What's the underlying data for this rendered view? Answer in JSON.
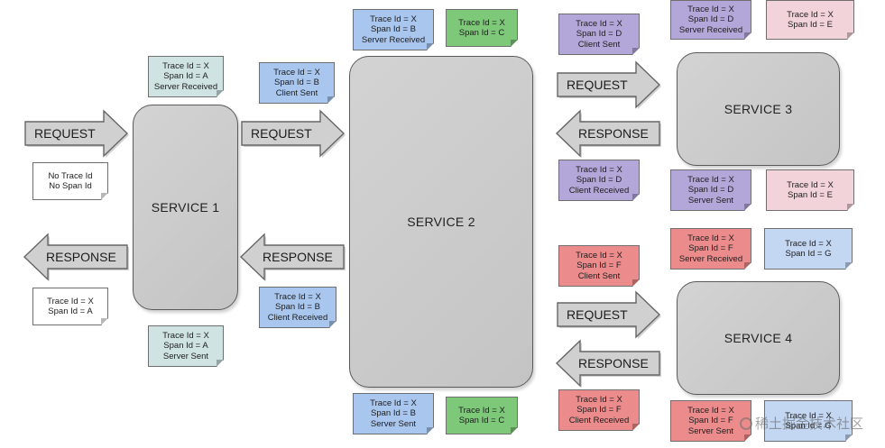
{
  "services": [
    {
      "id": "service-1",
      "label": "SERVICE 1"
    },
    {
      "id": "service-2",
      "label": "SERVICE 2"
    },
    {
      "id": "service-3",
      "label": "SERVICE 3"
    },
    {
      "id": "service-4",
      "label": "SERVICE 4"
    }
  ],
  "arrows": {
    "request": "REQUEST",
    "response": "RESPONSE"
  },
  "notes": [
    {
      "id": "note-no-trace",
      "color": "#ffffff",
      "lines": [
        "No Trace Id",
        "No Span Id"
      ]
    },
    {
      "id": "note-client-response",
      "color": "#ffffff",
      "lines": [
        "Trace Id = X",
        "Span Id = A"
      ]
    },
    {
      "id": "note-s1-server-received",
      "color": "#cfe3e3",
      "lines": [
        "Trace Id = X",
        "Span Id = A",
        "Server Received"
      ]
    },
    {
      "id": "note-s1-server-sent",
      "color": "#cfe3e3",
      "lines": [
        "Trace Id = X",
        "Span Id = A",
        "Server Sent"
      ]
    },
    {
      "id": "note-s1-client-sent",
      "color": "#a9c6ef",
      "lines": [
        "Trace Id = X",
        "Span Id = B",
        "Client Sent"
      ]
    },
    {
      "id": "note-s1-client-received",
      "color": "#a9c6ef",
      "lines": [
        "Trace Id = X",
        "Span Id = B",
        "Client Received"
      ]
    },
    {
      "id": "note-s2-server-received",
      "color": "#a9c6ef",
      "lines": [
        "Trace Id = X",
        "Span Id = B",
        "Server Received"
      ]
    },
    {
      "id": "note-s2-span-c-top",
      "color": "#7ec87a",
      "lines": [
        "Trace Id = X",
        "Span Id = C"
      ]
    },
    {
      "id": "note-s2-server-sent",
      "color": "#a9c6ef",
      "lines": [
        "Trace Id = X",
        "Span Id = B",
        "Server Sent"
      ]
    },
    {
      "id": "note-s2-span-c-bottom",
      "color": "#7ec87a",
      "lines": [
        "Trace Id = X",
        "Span Id = C"
      ]
    },
    {
      "id": "note-s2-client-sent-d",
      "color": "#b3a6d8",
      "lines": [
        "Trace Id = X",
        "Span Id = D",
        "Client Sent"
      ]
    },
    {
      "id": "note-s2-client-received-d",
      "color": "#b3a6d8",
      "lines": [
        "Trace Id = X",
        "Span Id = D",
        "Client Received"
      ]
    },
    {
      "id": "note-s3-server-received",
      "color": "#b3a6d8",
      "lines": [
        "Trace Id = X",
        "Span Id = D",
        "Server Received"
      ]
    },
    {
      "id": "note-s3-span-e-top",
      "color": "#f2d3da",
      "lines": [
        "Trace Id = X",
        "Span Id = E"
      ]
    },
    {
      "id": "note-s3-server-sent",
      "color": "#b3a6d8",
      "lines": [
        "Trace Id = X",
        "Span Id = D",
        "Server Sent"
      ]
    },
    {
      "id": "note-s3-span-e-bottom",
      "color": "#f2d3da",
      "lines": [
        "Trace Id = X",
        "Span Id = E"
      ]
    },
    {
      "id": "note-s2-client-sent-f",
      "color": "#ec8b8b",
      "lines": [
        "Trace Id = X",
        "Span Id = F",
        "Client Sent"
      ]
    },
    {
      "id": "note-s2-client-received-f",
      "color": "#ec8b8b",
      "lines": [
        "Trace Id = X",
        "Span Id = F",
        "Client Received"
      ]
    },
    {
      "id": "note-s4-server-received",
      "color": "#ec8b8b",
      "lines": [
        "Trace Id = X",
        "Span Id = F",
        "Server Received"
      ]
    },
    {
      "id": "note-s4-span-g-top",
      "color": "#c3d6f2",
      "lines": [
        "Trace Id = X",
        "Span Id = G"
      ]
    },
    {
      "id": "note-s4-server-sent",
      "color": "#ec8b8b",
      "lines": [
        "Trace Id = X",
        "Span Id = F",
        "Server Sent"
      ]
    },
    {
      "id": "note-s4-span-g-bottom",
      "color": "#c3d6f2",
      "lines": [
        "Trace Id = X",
        "Span Id = G"
      ]
    }
  ],
  "watermark": "稀土掘金技术社区"
}
